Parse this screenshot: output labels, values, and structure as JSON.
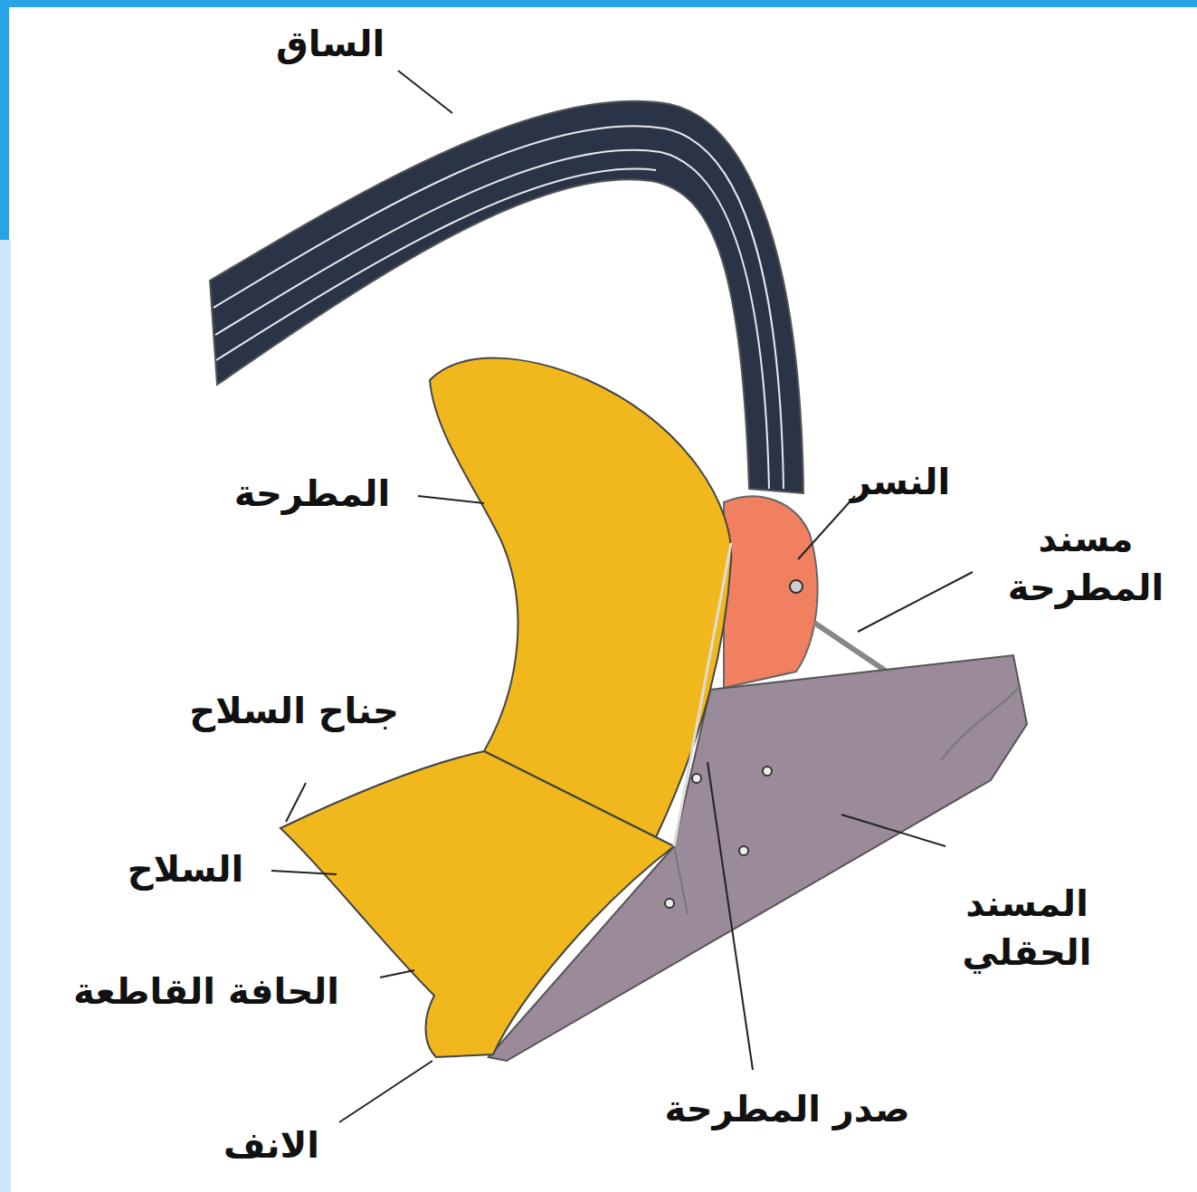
{
  "diagram": {
    "labels": [
      "الساق",
      "المطرحة",
      "النسر",
      "مسند المطرحة",
      "جناح السلاح",
      "السلاح",
      "الحافة القاطعة",
      "المسند الحقلي",
      "صدر المطرحة",
      "الانف"
    ]
  }
}
